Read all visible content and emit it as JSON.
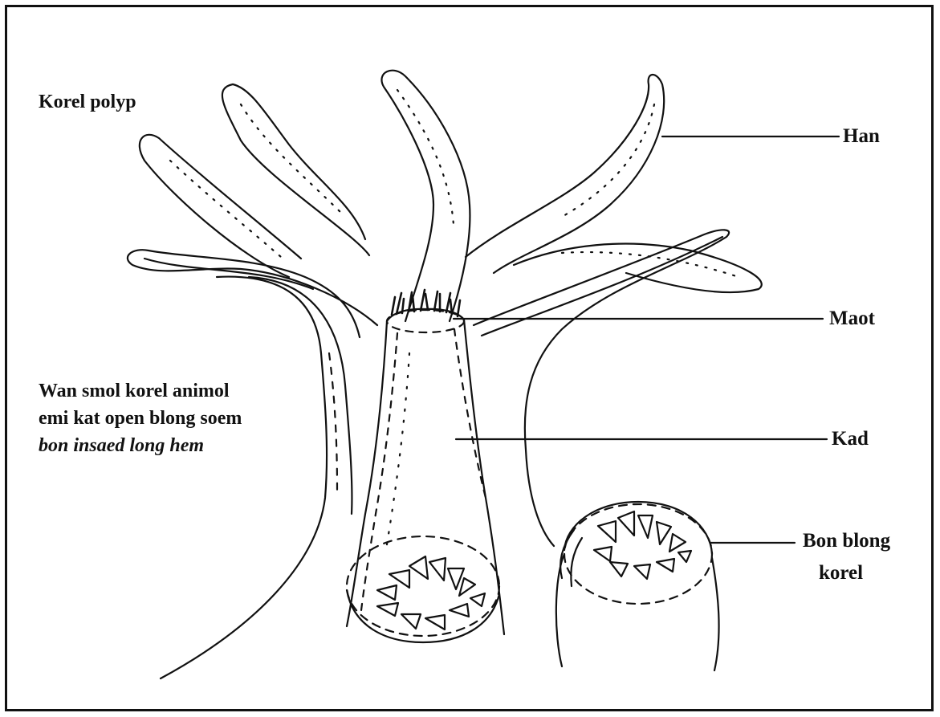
{
  "diagram": {
    "title": "Korel polyp",
    "description_lines": [
      "Wan smol korel animol",
      "emi kat open blong soem",
      "bon insaed long hem"
    ],
    "labels": {
      "han": "Han",
      "maot": "Maot",
      "kad": "Kad",
      "bon_line1": "Bon blong",
      "bon_line2": "korel"
    }
  },
  "colors": {
    "ink": "#111111",
    "paper": "#ffffff"
  }
}
